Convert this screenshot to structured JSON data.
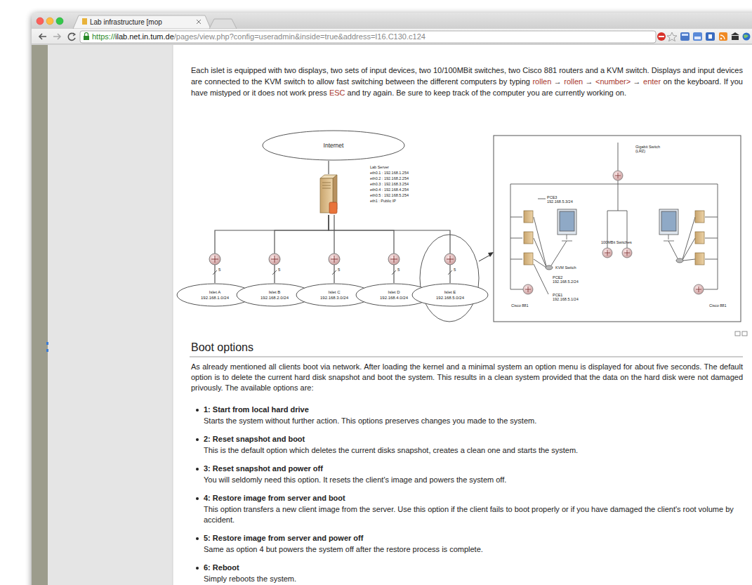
{
  "diagram": {
    "nodes": [
      {
        "text": [
          "Internet"
        ]
      },
      {
        "text": [
          "Lab Server",
          "eth0.1 : 192.168.1.254",
          "eth0.2 : 192.168.2.254",
          "eth0.3 : 192.168.3.254",
          "eth0.4 : 192.168.4.254",
          "eth0.5 : 192.168.5.254",
          "eth1 : Public IP"
        ]
      },
      {
        "text": [
          "Islet A",
          "192.168.1.0/24"
        ]
      },
      {
        "text": [
          "Islet B",
          "192.168.2.0/24"
        ]
      },
      {
        "text": [
          "Islet C",
          "192.168.3.0/24"
        ]
      },
      {
        "text": [
          "Islet D",
          "192.168.4.0/24"
        ]
      },
      {
        "text": [
          "Islet E",
          "192.168.5.0/24"
        ]
      }
    ],
    "edges": [
      {
        "from": 0,
        "to": 1,
        "arrow": "none"
      },
      {
        "from": 1,
        "to": 2,
        "arrow": "none"
      },
      {
        "from": 1,
        "to": 3,
        "arrow": "none"
      },
      {
        "from": 1,
        "to": 4,
        "arrow": "none"
      },
      {
        "from": 1,
        "to": 5,
        "arrow": "none"
      },
      {
        "from": 1,
        "to": 6,
        "arrow": "none"
      }
    ],
    "labels": [
      "Lab infrastructure [mop",
      "https://",
      "ilab.net.in.tum.de",
      "/pages/view.php?config=useradmin&inside=true&address=I16.C130.c124",
      "Each islet is equipped with two displays, two sets of input devices, two 10/100MBit switches, two Cisco 881 routers and a KVM switch. Displays and input devices are connected to the KVM switch to allow fast switching between the different computers by typing",
      "rollen",
      "→",
      "rollen",
      "→",
      "<number>",
      "→",
      "enter",
      "on the keyboard. If you have mistyped or it does not work press",
      "ESC",
      "and try again. Be sure to keep track of the computer you are currently working on.",
      "Gigabit Switch (LRZ)",
      "PCE3",
      "192.168.5.3/24",
      "100MBit Switches",
      "KVM Switch",
      "PCE2",
      "192.168.5.2/24",
      "PCE1",
      "192.168.5.1/24",
      "Cisco 881",
      "Cisco 881",
      "5",
      "5",
      "5",
      "5",
      "5",
      "Boot options",
      "As already mentioned all clients boot via network. After loading the kernel and a minimal system an option menu is displayed for about five seconds. The default option is to delete the current hard disk snapshot and boot the system. This results in a clean system provided that the data on the hard disk were not damaged privously. The available options are:",
      "1: Start from local hard drive",
      "Starts the system without further action. This options preserves changes you made to the system.",
      "2: Reset snapshot and boot",
      "This is the default option which deletes the current disks snapshot, creates a clean one and starts the system.",
      "3: Reset snapshot and power off",
      "You will seldomly need this option. It resets the client's image and powers the system off.",
      "4: Restore image from server and boot",
      "This option transfers a new client image from the server. Use this option if the client fails to boot properly or if you have damaged the client's root volume by accident.",
      "5: Restore image from server and power off",
      "Same as option 4 but powers the system off after the restore process is complete.",
      "6: Reboot",
      "Simply reboots the system."
    ]
  }
}
